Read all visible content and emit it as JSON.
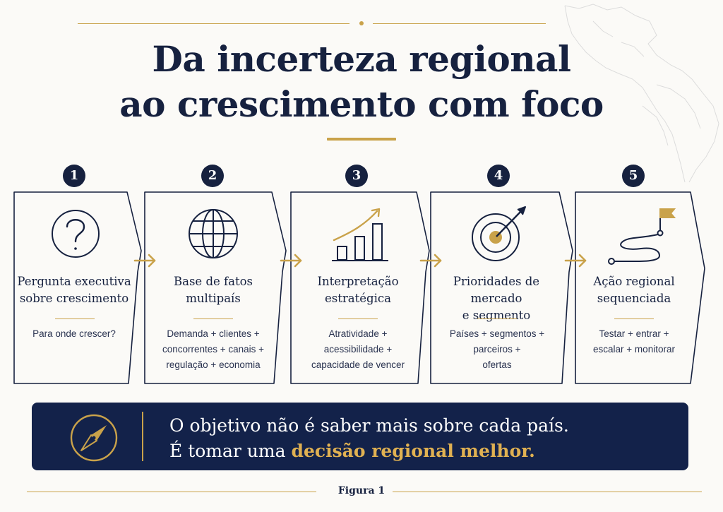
{
  "title_line1": "Da incerteza regional",
  "title_line2": "ao crescimento com foco",
  "steps": [
    {
      "number": "1",
      "title": "Pergunta executiva\nsobre crescimento",
      "description": "Para onde crescer?",
      "icon": "question-circle-icon"
    },
    {
      "number": "2",
      "title": "Base de fatos\nmultipaís",
      "description": "Demanda + clientes +\nconcorrentes + canais +\nregulação + economia",
      "icon": "globe-icon"
    },
    {
      "number": "3",
      "title": "Interpretação\nestratégica",
      "description": "Atratividade +\nacessibilidade +\ncapacidade de vencer",
      "icon": "bar-chart-growth-icon"
    },
    {
      "number": "4",
      "title": "Prioridades de mercado\ne segmento",
      "description": "Países + segmentos +\nparceiros +\nofertas",
      "icon": "target-arrow-icon"
    },
    {
      "number": "5",
      "title": "Ação regional\nsequenciada",
      "description": "Testar + entrar +\nescalar + monitorar",
      "icon": "route-flag-icon"
    }
  ],
  "banner": {
    "line1": "O objetivo não é saber mais sobre cada país.",
    "line2_prefix": "É tomar uma ",
    "line2_highlight": "decisão regional melhor.",
    "icon": "compass-icon"
  },
  "caption": "Figura 1",
  "colors": {
    "navy": "#16213f",
    "banner": "#13224a",
    "gold": "#c9a24a",
    "highlight": "#e0b152",
    "background": "#fbfaf7"
  }
}
